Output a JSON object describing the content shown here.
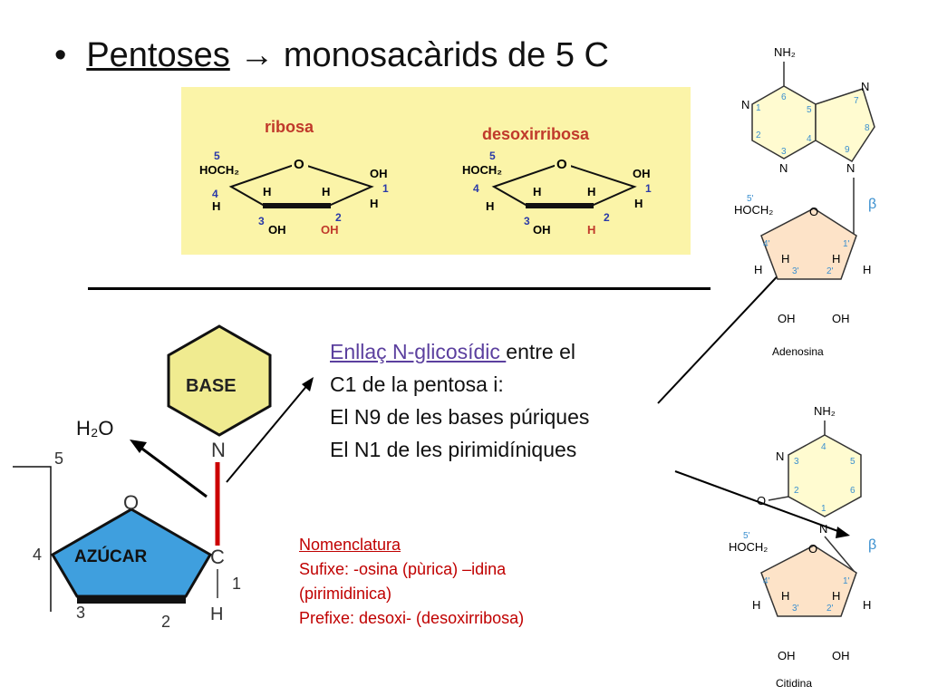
{
  "slide": {
    "bullet": "•",
    "title_term": "Pentoses",
    "title_arrow": "→",
    "title_rest": "monosacàrids de 5 C"
  },
  "sugars": {
    "ribose_label": "ribosa",
    "deoxy_label": "desoxirribosa",
    "ring_o": "O",
    "ch2": "HOCH₂",
    "oh": "OH",
    "h": "H",
    "nums": [
      "5",
      "4",
      "3",
      "2",
      "1"
    ],
    "colors": {
      "panel": "#fbf4a8",
      "label": "#c0392b",
      "number": "#2a3aa8",
      "ring": "#111111"
    }
  },
  "link": {
    "term": "Enllaç N-glicosídic ",
    "line1_rest": "entre el",
    "line2": "C1 de la pentosa i:",
    "line3": "El N9 de les bases púriques",
    "line4": "El N1 de les pirimidíniques"
  },
  "nomenclature": {
    "heading": "Nomenclatura",
    "line1": "Sufixe: -osina (pùrica) –idina",
    "line2": "(pirimidinica)",
    "line3": "Prefixe: desoxi- (desoxirribosa)"
  },
  "schematic": {
    "water": "H₂O",
    "base_label": "BASE",
    "sugar_label": "AZÚCAR",
    "n_atom": "N",
    "c_atom": "C",
    "o_atom": "O",
    "h_atom": "H",
    "nums": [
      "5",
      "4",
      "3",
      "2",
      "1"
    ],
    "colors": {
      "base_fill": "#f0eb90",
      "sugar_fill": "#3f9fde",
      "bond": "#cc0000"
    }
  },
  "adenosine": {
    "caption": "Adenosina",
    "nh2": "NH₂",
    "n": "N",
    "ch2": "HOCH₂",
    "o": "O",
    "oh": "OH",
    "h": "H",
    "beta": "β",
    "ring_nums": [
      "1",
      "2",
      "3",
      "4",
      "5",
      "6",
      "7",
      "8",
      "9"
    ],
    "sugar_nums": [
      "5'",
      "4'",
      "3'",
      "2'",
      "1'"
    ]
  },
  "cytidine": {
    "caption": "Citidina",
    "nh2": "NH₂",
    "n": "N",
    "o": "O",
    "ch2": "HOCH₂",
    "oh": "OH",
    "h": "H",
    "beta": "β",
    "ring_nums": [
      "1",
      "2",
      "3",
      "4",
      "5",
      "6"
    ],
    "sugar_nums": [
      "5'",
      "4'",
      "3'",
      "2'",
      "1'"
    ]
  }
}
